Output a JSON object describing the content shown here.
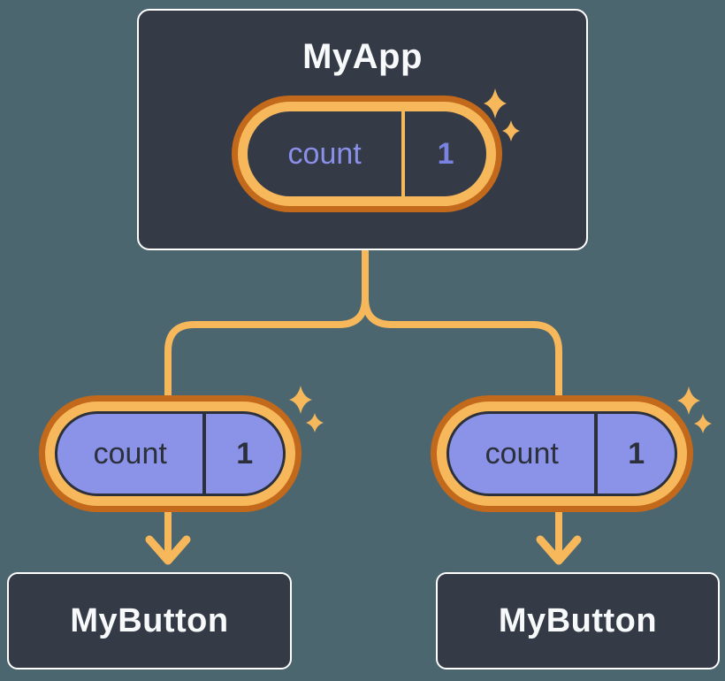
{
  "colors": {
    "bg": "#4C6670",
    "node_fill": "#343A46",
    "node_border": "#FFFFFF",
    "orange": "#F7B85C",
    "orange_dark": "#C2691B",
    "purple": "#8B93E8",
    "lavender": "#8A90E8",
    "lavender_bold": "#7B83E2",
    "dark": "#2B303A",
    "text_light": "#F7F9FA"
  },
  "root_node": {
    "label": "MyApp",
    "state": {
      "name": "count",
      "value": "1"
    }
  },
  "child_pills": [
    {
      "name": "count",
      "value": "1"
    },
    {
      "name": "count",
      "value": "1"
    }
  ],
  "child_nodes": [
    {
      "label": "MyButton"
    },
    {
      "label": "MyButton"
    }
  ],
  "icons": {
    "sparkle": "sparkle-icon",
    "arrow_down": "arrow-down-icon"
  }
}
